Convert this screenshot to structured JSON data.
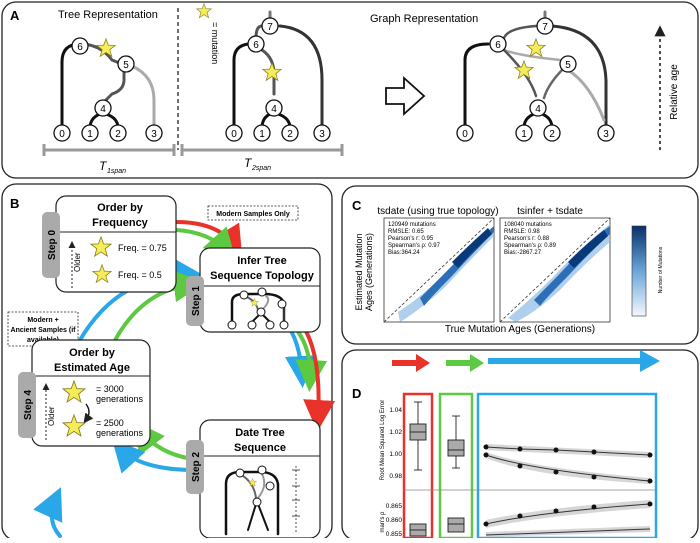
{
  "panelA": {
    "label": "A",
    "tree_title": "Tree Representation",
    "graph_title": "Graph Representation",
    "mutation_legend": "= mutation",
    "relative_age": "Relative age",
    "span1": "T",
    "span1_sub": "1span",
    "span2": "T",
    "span2_sub": "2span",
    "nodes": {
      "n0": "0",
      "n1": "1",
      "n2": "2",
      "n3": "3",
      "n4": "4",
      "n5": "5",
      "n6": "6",
      "n7": "7"
    }
  },
  "panelB": {
    "label": "B",
    "step0_tag": "Step 0",
    "step0_title_1": "Order by",
    "step0_title_2": "Frequency",
    "freq1": "Freq. = 0.75",
    "freq2": "Freq. = 0.5",
    "older": "Older",
    "modern_only": "Modern Samples Only",
    "modern_ancient_1": "Modern +",
    "modern_ancient_2": "Ancient Samples (if",
    "modern_ancient_3": "available)",
    "step1_tag": "Step 1",
    "step1_title_1": "Infer Tree",
    "step1_title_2": "Sequence Topology",
    "step4_tag": "Step 4",
    "step4_title_1": "Order by",
    "step4_title_2": "Estimated Age",
    "age1_a": "= 3000",
    "age1_b": "generations",
    "age2_a": "= 2500",
    "age2_b": "generations",
    "step2_tag": "Step 2",
    "step2_title_1": "Date Tree",
    "step2_title_2": "Sequence"
  },
  "panelC": {
    "label": "C",
    "plot1_title": "tsdate (using true topology)",
    "plot1_stats": [
      "120949 mutations",
      "RMSLE: 0.65",
      "Pearson's r: 0.95",
      "Spearman's ρ: 0.97",
      "Bias:364.24"
    ],
    "plot2_title": "tsinfer + tsdate",
    "plot2_stats": [
      "108040 mutations",
      "RMSLE: 0.98",
      "Pearson's r: 0.88",
      "Spearman's ρ: 0.89",
      "Bias:-2867.27"
    ],
    "ylabel_1": "Estimated Mutation",
    "ylabel_2": "Ages (Generations)",
    "xlabel": "True Mutation Ages (Generations)",
    "colorbar_label": "Number of Mutations"
  },
  "panelD": {
    "label": "D",
    "ylabel_top": "Root Mean Squared Log Error",
    "ylabel_bottom": "man's ρ",
    "top_ticks": [
      "1.04",
      "1.02",
      "1.00",
      "0.98"
    ],
    "bottom_ticks": [
      "0.865",
      "0.860",
      "0.855"
    ]
  },
  "colors": {
    "red": "#e8322a",
    "green": "#5cc940",
    "blue": "#2aa7e8",
    "star": "#f5ec5a"
  }
}
